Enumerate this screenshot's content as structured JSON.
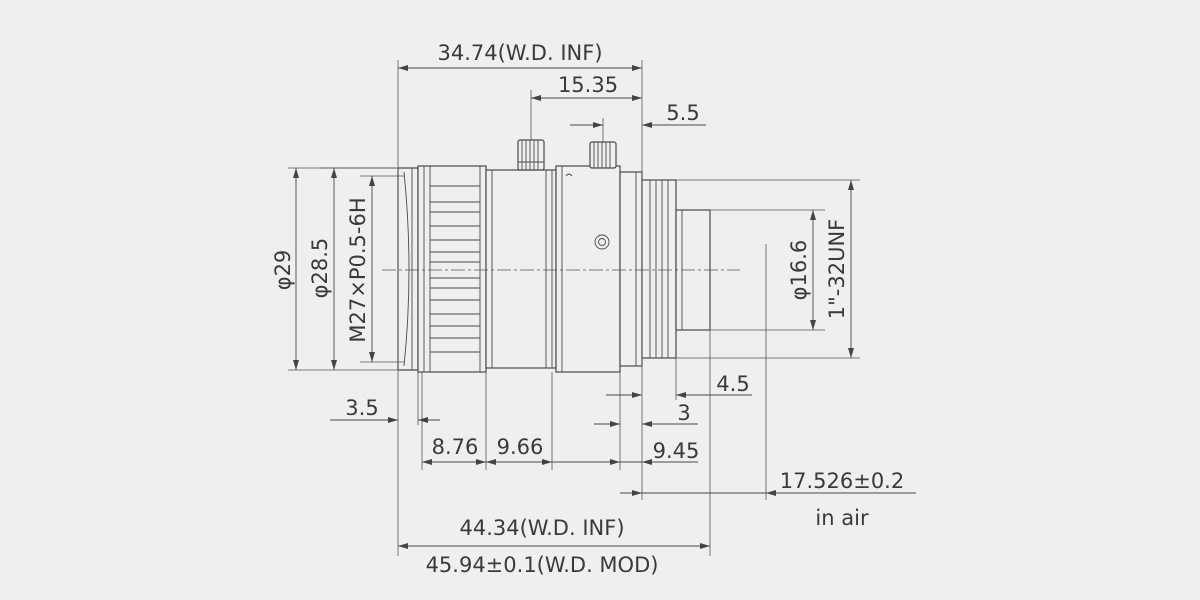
{
  "background": "#efefef",
  "line_color": "#4a4a4a",
  "text_color": "#3a3a3a",
  "dimensions": {
    "total_length_inf": "34.74(W.D. INF)",
    "knob_to_mount": "15.35",
    "knob_offset": "5.5",
    "diameter_outer": "φ29",
    "diameter_ring": "φ28.5",
    "filter_thread": "M27×P0.5-6H",
    "rear_diameter": "φ16.6",
    "mount_thread": "1\"-32UNF",
    "front_step": "3.5",
    "focus_ring_width": "8.76",
    "middle_width": "9.66",
    "rear_length": "9.45",
    "rear_flange_a": "4.5",
    "rear_flange_b": "3",
    "flange_back": "17.526±0.2",
    "flange_back_note": "in air",
    "overall_length_inf": "44.34(W.D. INF)",
    "overall_length_mod": "45.94±0.1(W.D. MOD)"
  }
}
